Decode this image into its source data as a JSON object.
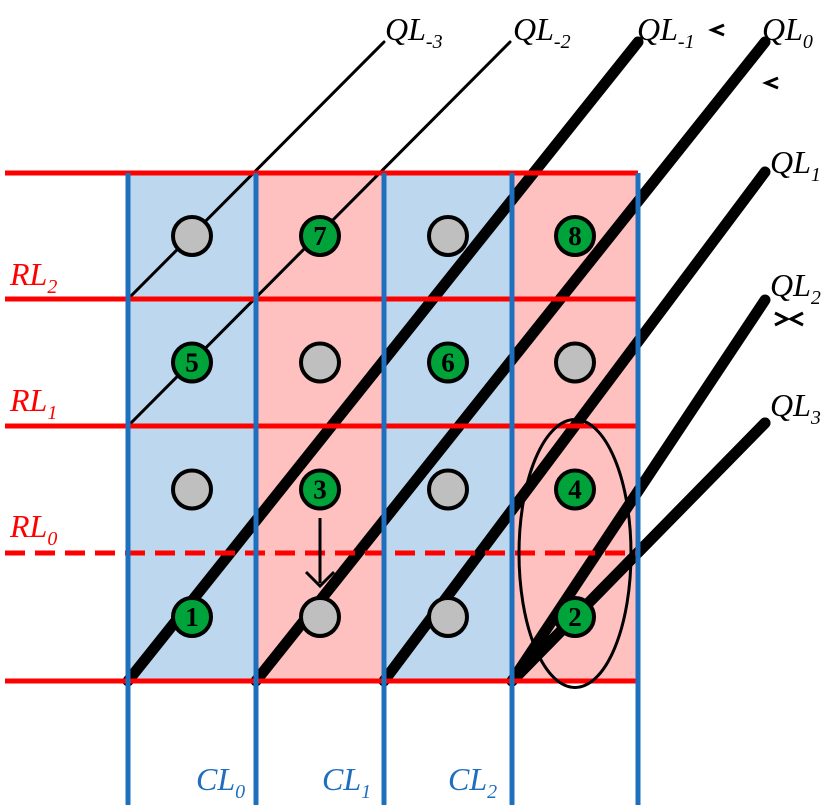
{
  "colors": {
    "row_line": "#ff0000",
    "col_line": "#1f6fbf",
    "blue_cell": "#bdd7ee",
    "pink_cell": "#ffc0c0",
    "node_active": "#00a33a",
    "node_idle": "#bfbfbf",
    "stroke": "#000000"
  },
  "row_labels": [
    {
      "base": "RL",
      "sub": "2"
    },
    {
      "base": "RL",
      "sub": "1"
    },
    {
      "base": "RL",
      "sub": "0"
    }
  ],
  "col_labels": [
    {
      "base": "CL",
      "sub": "0"
    },
    {
      "base": "CL",
      "sub": "1"
    },
    {
      "base": "CL",
      "sub": "2"
    }
  ],
  "q_labels": [
    {
      "base": "QL",
      "sub": "-3"
    },
    {
      "base": "QL",
      "sub": "-2"
    },
    {
      "base": "QL",
      "sub": "-1"
    },
    {
      "base": "QL",
      "sub": "0"
    },
    {
      "base": "QL",
      "sub": "1"
    },
    {
      "base": "QL",
      "sub": "2"
    },
    {
      "base": "QL",
      "sub": "3"
    }
  ],
  "cell_colors": [
    [
      "blue",
      "pink",
      "blue",
      "pink"
    ],
    [
      "blue",
      "pink",
      "blue",
      "pink"
    ],
    [
      "blue",
      "pink",
      "blue",
      "pink"
    ],
    [
      "blue",
      "pink",
      "blue",
      "pink"
    ]
  ],
  "nodes": [
    [
      "",
      "7",
      "",
      "8"
    ],
    [
      "5",
      "",
      "6",
      ""
    ],
    [
      "",
      "3",
      "",
      "4"
    ],
    [
      "1",
      "",
      "",
      "2"
    ]
  ],
  "highlight": {
    "column": 3,
    "rows": [
      2,
      3
    ],
    "shape": "ellipse"
  },
  "arrow": {
    "column": 1,
    "from_row": 2,
    "to_row": 3
  },
  "dashed_row_line": 3
}
